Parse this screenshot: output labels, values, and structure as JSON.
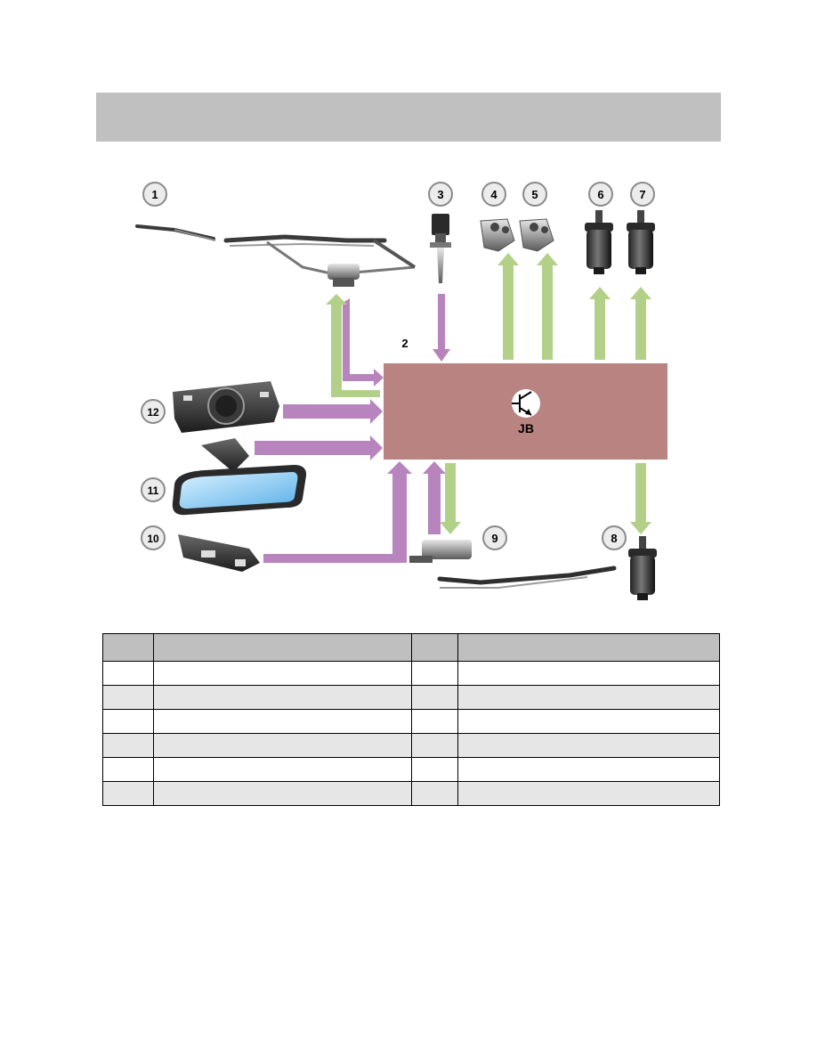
{
  "page": {
    "title": ""
  },
  "diagram": {
    "module_label": "JB",
    "callouts": [
      "1",
      "2",
      "3",
      "4",
      "5",
      "6",
      "7",
      "8",
      "9",
      "10",
      "11",
      "12"
    ],
    "colors": {
      "control_arrow": "#b884bd",
      "output_arrow": "#b3d089",
      "module": "#b98382",
      "callout_fill": "#ececec"
    },
    "icons": [
      "windscreen-wiper-icon",
      "sensor-icon",
      "nozzle-heater-icon",
      "washer-pump-icon",
      "rear-wiper-icon",
      "light-switch-icon",
      "rear-view-mirror-icon",
      "steering-column-switch-icon",
      "transistor-icon"
    ]
  },
  "legend": {
    "headers": [
      "",
      "",
      "",
      ""
    ],
    "rows": [
      [
        "",
        "",
        "",
        ""
      ],
      [
        "",
        "",
        "",
        ""
      ],
      [
        "",
        "",
        "",
        ""
      ],
      [
        "",
        "",
        "",
        ""
      ],
      [
        "",
        "",
        "",
        ""
      ],
      [
        "",
        "",
        "",
        ""
      ]
    ]
  }
}
